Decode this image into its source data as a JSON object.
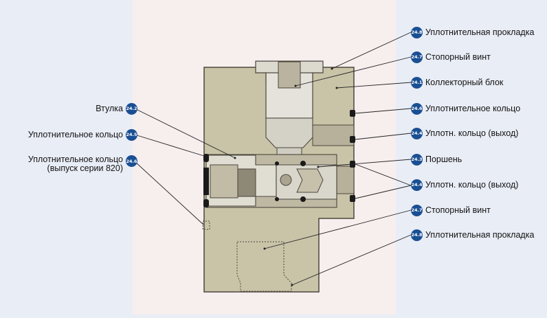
{
  "colors": {
    "background_outer": "#e9edf6",
    "background_center": "#f7eeee",
    "block_fill": "#c9c3a8",
    "block_stroke": "#4a463c",
    "badge": "#1a4f93",
    "seal": "#1a1a1a"
  },
  "callouts": [
    {
      "num": "24.8",
      "text": "Уплотнительная прокладка"
    },
    {
      "num": "24.7",
      "text": "Стопорный винт"
    },
    {
      "num": "24.1",
      "text": "Коллекторный блок"
    },
    {
      "num": "24.6",
      "text": "Уплотнительное кольцо"
    },
    {
      "num": "24.4",
      "text": "Уплотн. кольцо (выход)"
    },
    {
      "num": "24.3",
      "text": "Поршень"
    },
    {
      "num": "24.4",
      "text": "Уплотн. кольцо (выход)"
    },
    {
      "num": "24.7",
      "text": "Стопорный винт"
    },
    {
      "num": "24.8",
      "text": "Уплотнительная прокладка"
    },
    {
      "num": "24.2",
      "text": "Втулка"
    },
    {
      "num": "24.5",
      "text": "Уплотнительное кольцо"
    },
    {
      "num": "24.6",
      "text": "Уплотнительное кольцо",
      "text2": "(выпуск серии 820)"
    }
  ]
}
